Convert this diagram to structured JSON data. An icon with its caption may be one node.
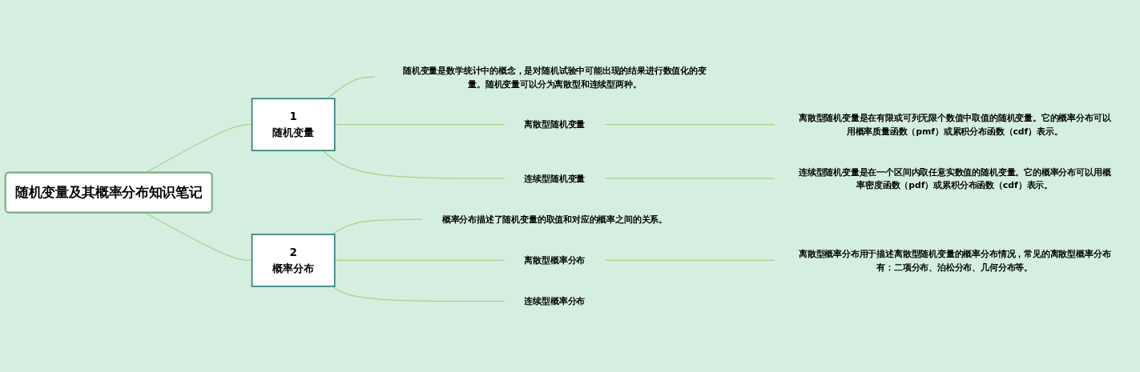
{
  "diagram": {
    "nodes": [
      {
        "text": [
          "随机变量及其概率分布知识笔记"
        ]
      },
      {
        "text": [
          "1",
          "随机变量"
        ]
      },
      {
        "text": [
          "随机变量是数学统计中的概念，是对随机试验中可能出现的结果进行数值化的变量。随机变量可以分为离散型和连续型两种。"
        ]
      },
      {
        "text": [
          "离散型随机变量"
        ]
      },
      {
        "text": [
          "离散型随机变量是在有限或可列无限个数值中取值的随机变量。它的概率分布可以用概率质量函数（pmf）或累积分布函数（cdf）表示。"
        ]
      },
      {
        "text": [
          "连续型随机变量"
        ]
      },
      {
        "text": [
          "连续型随机变量是在一个区间内取任意实数值的随机变量。它的概率分布可以用概率密度函数（pdf）或累积分布函数（cdf）表示。"
        ]
      },
      {
        "text": [
          "2",
          "概率分布"
        ]
      },
      {
        "text": [
          "概率分布描述了随机变量的取值和对应的概率之间的关系。"
        ]
      },
      {
        "text": [
          "离散型概率分布"
        ]
      },
      {
        "text": [
          "离散型概率分布用于描述离散型随机变量的概率分布情况，常见的离散型概率分布有：二项分布、泊松分布、几何分布等。"
        ]
      },
      {
        "text": [
          "连续型概率分布"
        ]
      }
    ],
    "edges": [
      {
        "from": 0,
        "to": 1,
        "arrow": "none"
      },
      {
        "from": 1,
        "to": 2,
        "arrow": "none"
      },
      {
        "from": 1,
        "to": 3,
        "arrow": "none"
      },
      {
        "from": 3,
        "to": 4,
        "arrow": "none"
      },
      {
        "from": 1,
        "to": 5,
        "arrow": "none"
      },
      {
        "from": 5,
        "to": 6,
        "arrow": "none"
      },
      {
        "from": 0,
        "to": 7,
        "arrow": "none"
      },
      {
        "from": 7,
        "to": 8,
        "arrow": "none"
      },
      {
        "from": 7,
        "to": 9,
        "arrow": "none"
      },
      {
        "from": 9,
        "to": 10,
        "arrow": "none"
      },
      {
        "from": 7,
        "to": 11,
        "arrow": "none"
      }
    ]
  }
}
